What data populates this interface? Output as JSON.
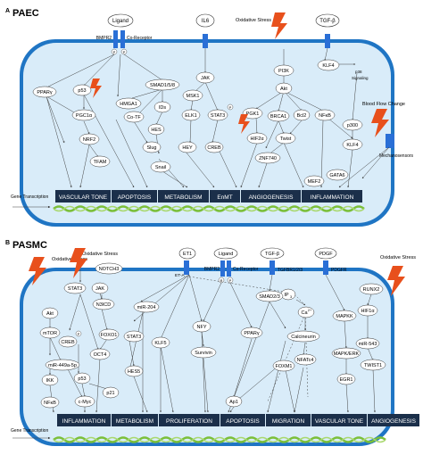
{
  "panel_a": {
    "letter": "A",
    "title": "PAEC",
    "receptors": {
      "ligand": "Ligand",
      "bmpr2": "BMPR2",
      "coreceptor": "Co-Receptor",
      "p": "P",
      "il6": "IL6",
      "oxidative_stress": "Oxidative Stress",
      "tgfb": "TGF-β",
      "blood_flow": "Blood Flow Change",
      "mechanosensors": "Mechanosensors",
      "p38": "p38",
      "signaling": "Signaling"
    },
    "nodes": {
      "ppary": "PPARγ",
      "p53": "p53",
      "hmga1": "HMGA1",
      "smad": "SMAD1/5/8",
      "pi3k": "PI3K",
      "jak": "JAK",
      "klf4": "KLF4",
      "cotf": "Co-TF",
      "ids": "IDs",
      "msk1": "MSK1",
      "akt": "Akt",
      "pgc1a": "PGC1α",
      "hes": "HES",
      "elk1": "ELK1",
      "stat3": "STAT3",
      "pgk1": "PGK1",
      "brca1": "BRCA1",
      "bcl2": "Bcl2",
      "nfkb": "NFκB",
      "p300": "p300",
      "klf4b": "KLF4",
      "nrf2": "NRF2",
      "slug": "Slug",
      "hey": "HEY",
      "creb": "CREB",
      "hif2a": "HIF2α",
      "twist": "Twist",
      "tfam": "TFAM",
      "znf740": "ZNF740",
      "snail": "Snail",
      "gata6": "GATA6",
      "mef2": "MEF2"
    },
    "gene_transcription": "Gene Transcription",
    "outcomes": [
      "VASCULAR TONE",
      "APOPTOSIS",
      "METABOLISM",
      "EnMT",
      "ANGIOGENESIS",
      "INFLAMMATION"
    ]
  },
  "panel_b": {
    "letter": "B",
    "title": "PASMC",
    "receptors": {
      "oxidative_stress_left": "Oxidative Stress",
      "oxidative_stress_mid": "Oxidative Stress",
      "oxidative_stress_right": "Oxidative Stress",
      "et1": "ET1",
      "eta": "ET-A",
      "ligand": "Ligand",
      "bmpr2": "BMPR2",
      "coreceptor": "Co-Receptor",
      "p": "P",
      "tgfb": "TGF-β",
      "tgfbr": "TGFBR1/2/3",
      "pdgf": "PDGF",
      "pdgfr": "PDGFR"
    },
    "nodes": {
      "notch3": "NOTCH3",
      "stat3": "STAT3",
      "jak": "JAK",
      "n3icd": "N3ICD",
      "akt": "Akt",
      "mir204": "miR-204",
      "ip3": "IP",
      "ip3_sub": "3",
      "runx2": "RUNX2",
      "smad23": "SMAD2/3",
      "ca": "Ca",
      "ca_sup": "2+",
      "stat3b": "STAT3",
      "mtor": "mTOR",
      "creb": "CREB",
      "foxo1": "FOXO1",
      "nfy": "NFY",
      "ppary": "PPARγ",
      "mapkk": "MAPKK",
      "hif1a": "HIF1α",
      "mir449": "miR-449a-5p",
      "oct4": "OCT4",
      "hes5": "HES5",
      "klf5": "KLF5",
      "calcineurin": "Calcineurin",
      "mir543": "miR-543",
      "ikk": "IKK",
      "survivin": "Survivin",
      "nfatc4": "NFATc4",
      "foxm1": "FOXM1",
      "mapkerk": "MAPK/ERK",
      "twist1": "TWIST1",
      "p53": "p53",
      "p21": "p21",
      "nfkb": "NFκB",
      "cmyc": "c-Myc",
      "ap1": "Ap1",
      "egr1": "EGR1"
    },
    "gene_transcription": "Gene Transcription",
    "outcomes": [
      "INFLAMMATION",
      "METABOLISM",
      "PROLIFERATION",
      "APOPTOSIS",
      "MIGRATION",
      "VASCULAR TONE",
      "ANGIOGENESIS"
    ]
  },
  "colors": {
    "cell_fill": "#d9ecf9",
    "cell_border": "#1f75c4",
    "receptor": "#2a6fd6",
    "outcome_fill": "#1b2f4a",
    "dna": "#7bbf3a",
    "lightning": "#e8501c"
  }
}
